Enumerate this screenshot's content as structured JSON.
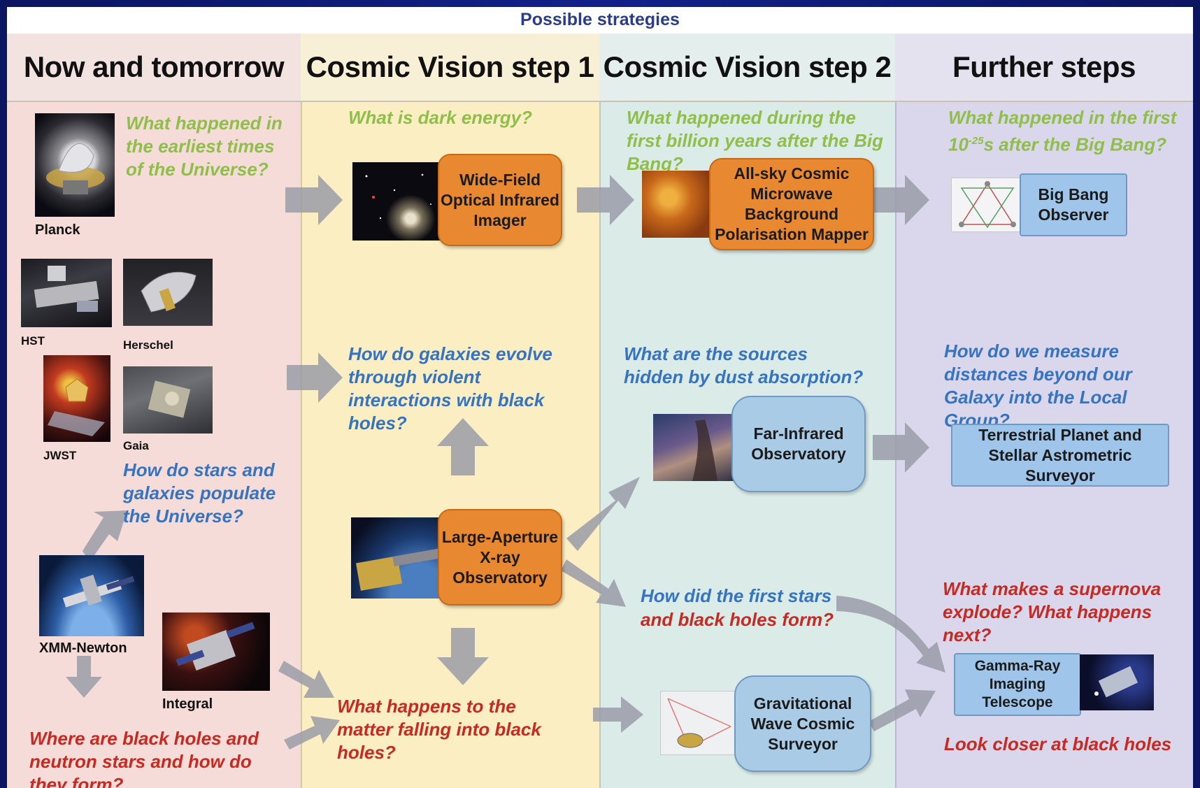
{
  "header": "Possible strategies",
  "columns": [
    "Now and tomorrow",
    "Cosmic Vision step 1",
    "Cosmic Vision step 2",
    "Further steps"
  ],
  "missions_now": {
    "planck": "Planck",
    "hst": "HST",
    "herschel": "Herschel",
    "jwst": "JWST",
    "gaia": "Gaia",
    "xmm": "XMM-Newton",
    "integral": "Integral"
  },
  "questions": {
    "earliest_times": "What happened in the earliest times of the Universe?",
    "dark_energy": "What is dark energy?",
    "first_billion": "What happened during the first billion years after the Big Bang?",
    "first_1025": "What happened in the first 10",
    "first_1025_sup": "-25",
    "first_1025_tail": "s after the Big Bang?",
    "galaxies_evolve": "How do galaxies evolve through violent interactions with black holes?",
    "sources_hidden": "What are the sources hidden by dust absorption?",
    "measure_distances": "How do we measure distances beyond our Galaxy into the Local Group?",
    "stars_galaxies": "How do stars and galaxies populate the Universe?",
    "first_stars_a": "How did the first stars",
    "first_stars_b": "and black holes form?",
    "supernova": "What makes a supernova explode? What happens next?",
    "matter_falling": "What happens to the matter falling into black holes?",
    "black_holes_neutron": "Where are black holes and neutron stars and how do they form?",
    "look_closer": "Look closer at black holes"
  },
  "missions_future": {
    "wide_field": "Wide-Field Optical Infrared Imager",
    "cmb_mapper": "All-sky Cosmic Microwave Background Polarisation Mapper",
    "big_bang": "Big Bang Observer",
    "large_aperture": "Large-Aperture X-ray Observatory",
    "far_infrared": "Far-Infrared Observatory",
    "terrestrial": "Terrestrial Planet and Stellar Astrometric Surveyor",
    "gamma_ray": "Gamma-Ray Imaging Telescope",
    "grav_wave": "Gravitational Wave Cosmic Surveyor"
  },
  "colors": {
    "question_green": "#8fbf4a",
    "question_blue": "#3673c0",
    "question_red": "#c62a22",
    "box_orange": "#e88830",
    "box_blue": "#a9cbe6",
    "arrow_gray": "#9a9ca8"
  }
}
